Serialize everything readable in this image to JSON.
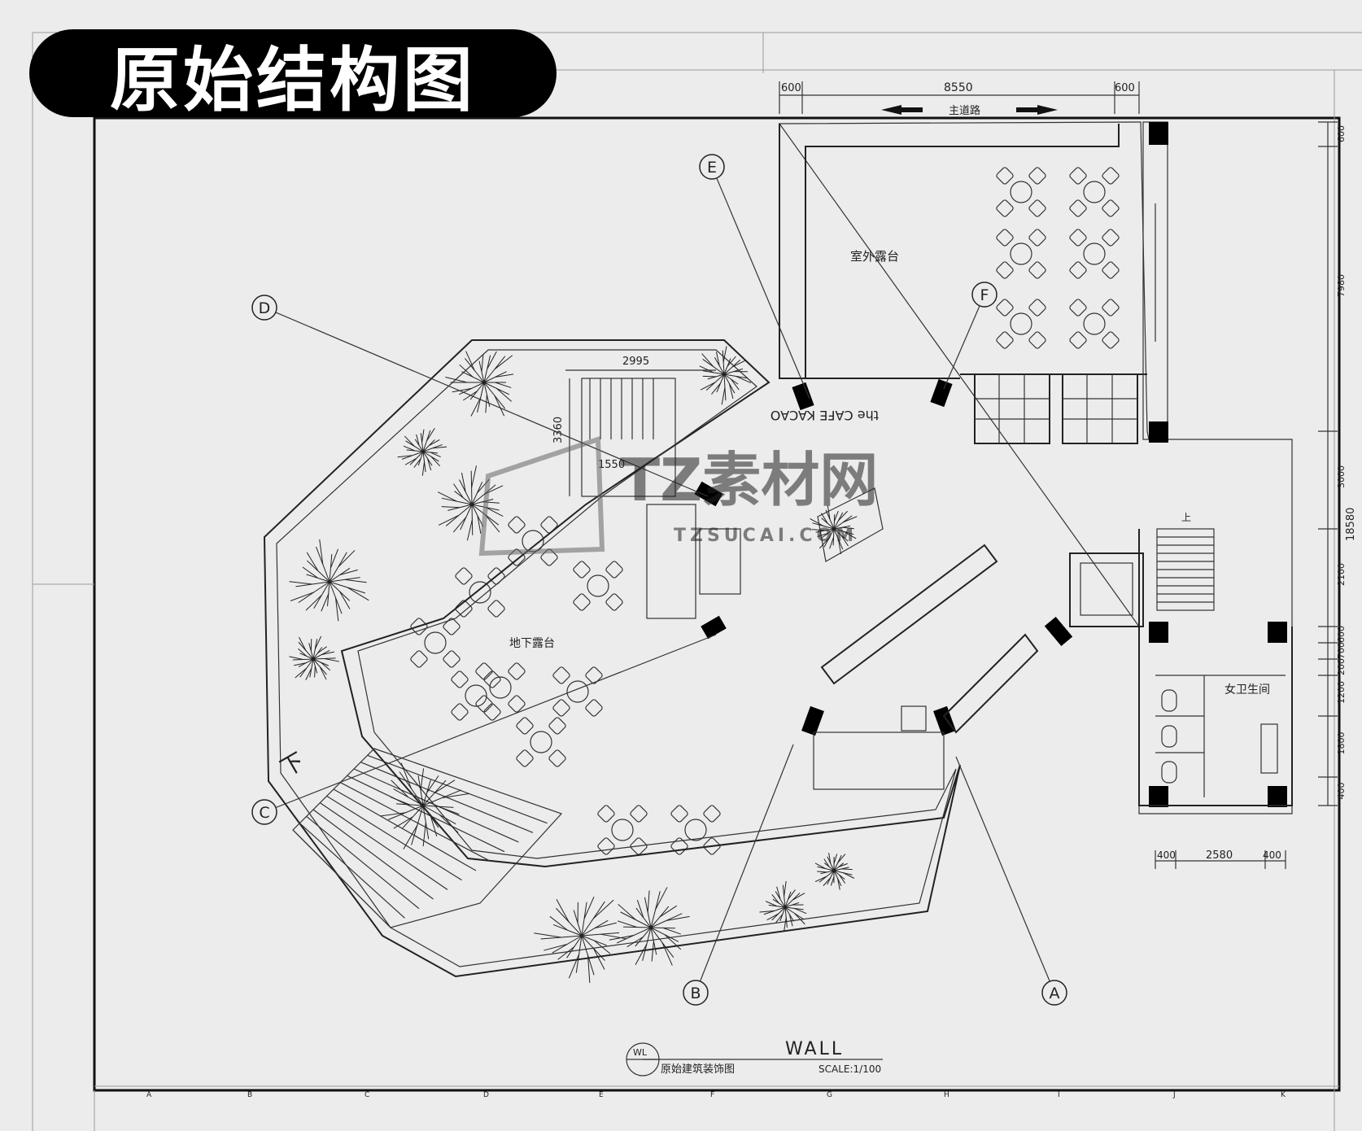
{
  "banner_title": "原始结构图",
  "labels": {
    "outdoor_terrace": "室外露台",
    "basement_terrace": "地下露台",
    "female_restroom": "女卫生间",
    "main_road": "主道路",
    "cafe_sign": "the CAFE KACAO",
    "stairs_down": "下",
    "stairs_up": "上"
  },
  "dimensions": {
    "top": [
      "600",
      "8550",
      "600"
    ],
    "right": [
      "600",
      "7980",
      "3000",
      "2100",
      "600",
      "700",
      "200",
      "1200",
      "1800",
      "400"
    ],
    "right_total": "18580",
    "bottom_rest": [
      "400",
      "2580",
      "400"
    ],
    "stair_width": "2995",
    "stair_depth": "3360",
    "stair_landing": "1550"
  },
  "elevation_markers": [
    "A",
    "B",
    "C",
    "D",
    "E",
    "F"
  ],
  "grid_letters": [
    "A",
    "B",
    "C",
    "D",
    "E",
    "F",
    "G",
    "H",
    "I",
    "J",
    "K"
  ],
  "title_block": {
    "wall": "WALL",
    "code": "WL",
    "name": "原始建筑装饰图",
    "scale": "SCALE:1/100"
  },
  "watermark": {
    "main": "TZ素材网",
    "sub": "TZSUCAI.COM"
  }
}
